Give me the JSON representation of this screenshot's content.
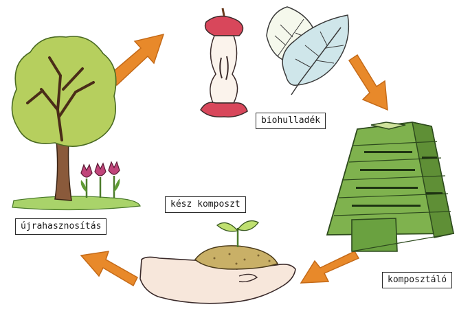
{
  "labels": {
    "biowaste": "biohulladék",
    "composter": "komposztáló",
    "finished_compost": "kész komposzt",
    "reuse": "újrahasznosítás"
  },
  "colors": {
    "arrow": "#e8892a",
    "apple_red": "#d8475b",
    "leaf_green": "#c9e39a",
    "leaf_blue": "#cfe6ea",
    "composter_green": "#7fb24e",
    "tree_crown": "#b6cf5e",
    "tree_trunk": "#8a5a3b",
    "tulip": "#c0457a",
    "soil": "#c9b067",
    "hand": "#f7e7db"
  }
}
